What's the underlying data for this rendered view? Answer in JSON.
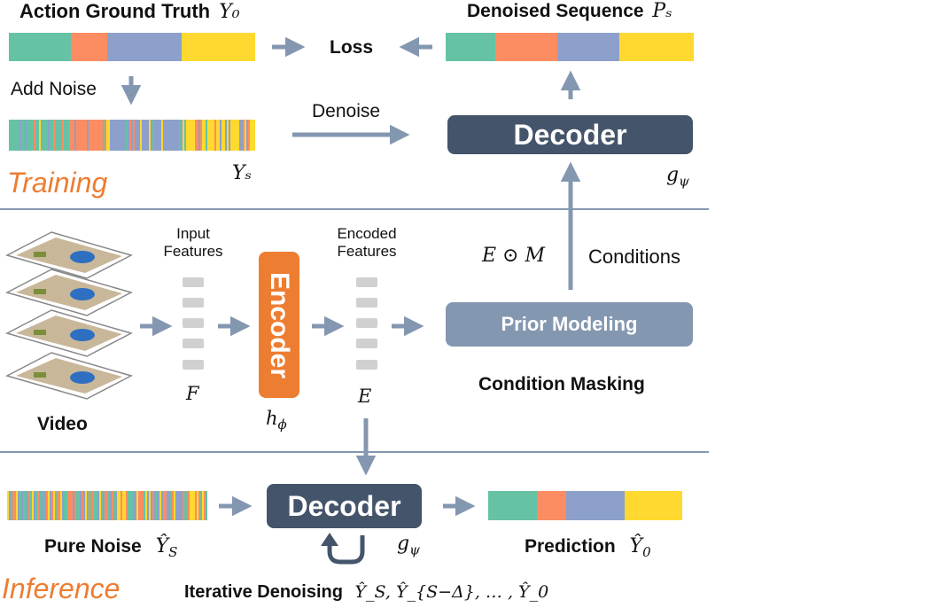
{
  "training": {
    "section_label": "Training",
    "action_ground_truth": "Action Ground Truth",
    "y0_label": "Y₀",
    "add_noise": "Add Noise",
    "loss": "Loss",
    "denoise": "Denoise",
    "denoised_sequence": "Denoised Sequence",
    "ps_label": "Pₛ",
    "ys_label": "Yₛ",
    "decoder": "Decoder",
    "g_label": "g",
    "g_sub": "ψ"
  },
  "middle": {
    "input_features_line1": "Input",
    "input_features_line2": "Features",
    "encoded_features_line1": "Encoded",
    "encoded_features_line2": "Features",
    "encoder": "Encoder",
    "f_label": "F",
    "e_label": "E",
    "h_label": "h",
    "h_sub": "ϕ",
    "video": "Video",
    "em_label": "E ⊙ M",
    "conditions": "Conditions",
    "prior_modeling": "Prior Modeling",
    "condition_masking": "Condition Masking"
  },
  "inference": {
    "section_label": "Inference",
    "decoder": "Decoder",
    "pure_noise": "Pure Noise",
    "ys_hat": "Ŷ",
    "ys_hat_sub": "S",
    "prediction": "Prediction",
    "y0_hat": "Ŷ",
    "y0_hat_sub": "0",
    "iterative_denoising": "Iterative Denoising",
    "iter_seq": "Ŷ_S, Ŷ_{S−Δ}, … , Ŷ_0",
    "g_label": "g",
    "g_sub": "ψ"
  },
  "colors": {
    "arrow": "#8497b0",
    "divider": "#8497b0",
    "decoder": "#44546a",
    "encoder": "#ed7d31",
    "prior": "#8497b0",
    "seg_green": "#66c2a5",
    "seg_orange": "#fc8d62",
    "seg_blue": "#8da0cb",
    "seg_yellow": "#ffd92f",
    "feature_block": "#d0d0d0"
  }
}
